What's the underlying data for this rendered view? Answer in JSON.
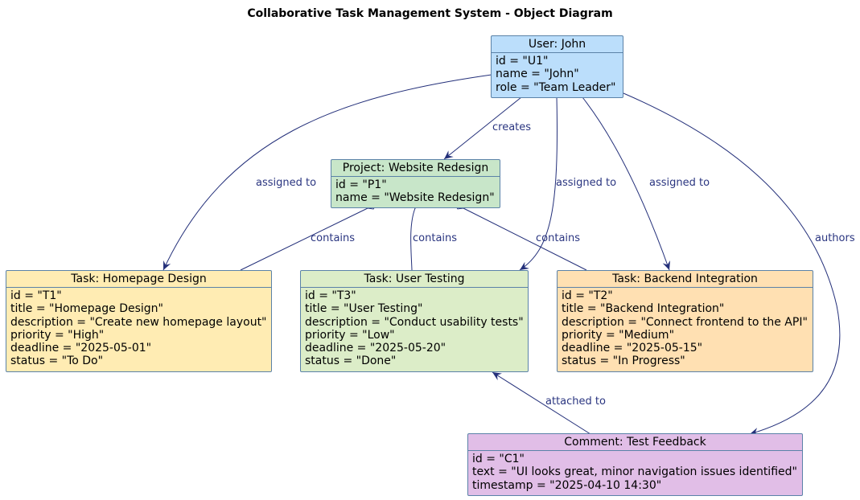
{
  "title": "Collaborative Task Management System - Object Diagram",
  "colors": {
    "edge": "#24307a",
    "border": "#5b82a8",
    "user": "#bbdefb",
    "project": "#c8e6c9",
    "task_homepage": "#ffecb3",
    "task_testing": "#dcedc8",
    "task_backend": "#ffe0b2",
    "comment": "#e1bee7"
  },
  "nodes": {
    "user": {
      "header": "User: John",
      "attrs": [
        "id = \"U1\"",
        "name = \"John\"",
        "role = \"Team Leader\""
      ]
    },
    "project": {
      "header": "Project: Website Redesign",
      "attrs": [
        "id = \"P1\"",
        "name = \"Website Redesign\""
      ]
    },
    "homepage": {
      "header": "Task: Homepage Design",
      "attrs": [
        "id = \"T1\"",
        "title = \"Homepage Design\"",
        "description = \"Create new homepage layout\"",
        "priority = \"High\"",
        "deadline = \"2025-05-01\"",
        "status = \"To Do\""
      ]
    },
    "testing": {
      "header": "Task: User Testing",
      "attrs": [
        "id = \"T3\"",
        "title = \"User Testing\"",
        "description = \"Conduct usability tests\"",
        "priority = \"Low\"",
        "deadline = \"2025-05-20\"",
        "status = \"Done\""
      ]
    },
    "backend": {
      "header": "Task: Backend Integration",
      "attrs": [
        "id = \"T2\"",
        "title = \"Backend Integration\"",
        "description = \"Connect frontend to the API\"",
        "priority = \"Medium\"",
        "deadline = \"2025-05-15\"",
        "status = \"In Progress\""
      ]
    },
    "comment": {
      "header": "Comment: Test Feedback",
      "attrs": [
        "id = \"C1\"",
        "text = \"UI looks great, minor navigation issues identified\"",
        "timestamp = \"2025-04-10 14:30\""
      ]
    }
  },
  "edges": {
    "creates": "creates",
    "assigned_homepage": "assigned to",
    "assigned_testing": "assigned to",
    "assigned_backend": "assigned to",
    "authors": "authors",
    "contains_homepage": "contains",
    "contains_testing": "contains",
    "contains_backend": "contains",
    "attached_to": "attached to"
  }
}
